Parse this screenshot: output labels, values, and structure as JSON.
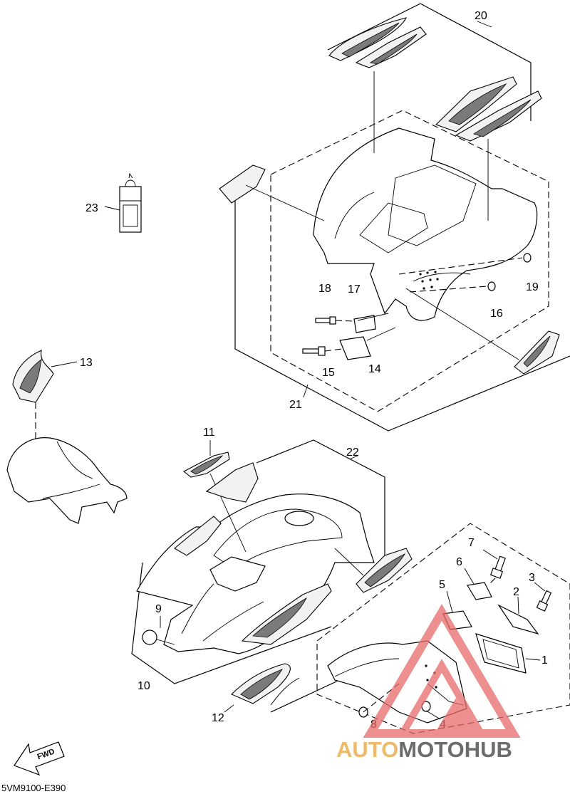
{
  "diagram": {
    "code": "5VM9100-E390",
    "direction_label": "FWD",
    "callouts": {
      "c1": "1",
      "c2": "2",
      "c3": "3",
      "c4": "4",
      "c5": "5",
      "c6": "6",
      "c7": "7",
      "c8": "8",
      "c9": "9",
      "c10": "10",
      "c11": "11",
      "c12": "12",
      "c13": "13",
      "c14": "14",
      "c15": "15",
      "c16": "16",
      "c17": "17",
      "c18": "18",
      "c19": "19",
      "c20": "20",
      "c21": "21",
      "c22": "22",
      "c23": "23"
    }
  },
  "watermark": {
    "part1": "AUTO",
    "part2": "MOTO",
    "part3": "HUB",
    "colors": {
      "accent": "#e8a33c",
      "dark": "#3b3b3b",
      "logo_red": "#e86a6a"
    }
  }
}
